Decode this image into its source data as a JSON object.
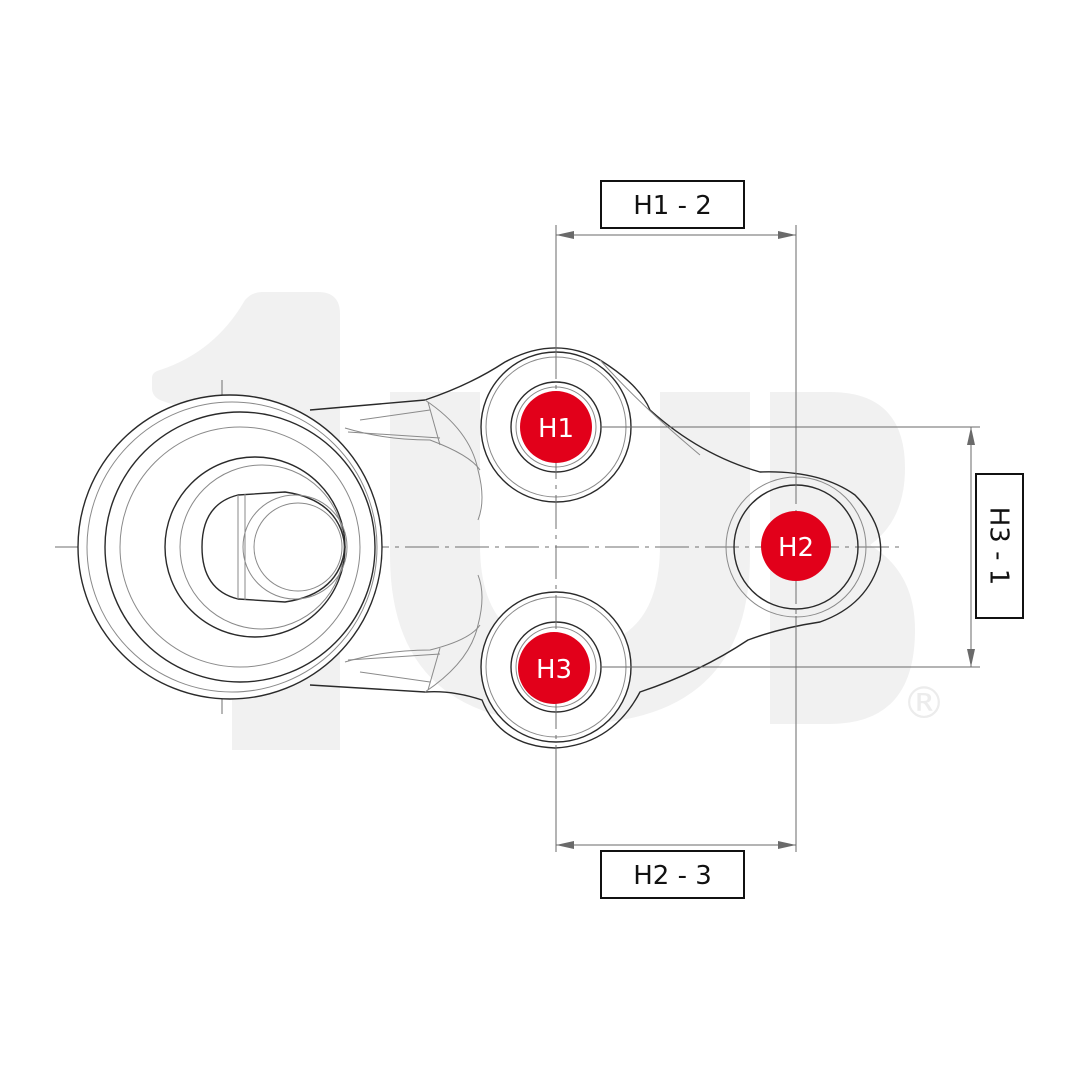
{
  "dimensions": {
    "h1_2": "H1 - 2",
    "h2_3": "H2 - 3",
    "h3_1": "H3 - 1"
  },
  "holes": [
    {
      "label": "H1"
    },
    {
      "label": "H2"
    },
    {
      "label": "H3"
    }
  ],
  "watermark": {
    "registered_mark": "®"
  },
  "colors": {
    "marker": "#e2001a",
    "line": "#2a2a2a",
    "watermark": "#f1f1f1"
  }
}
